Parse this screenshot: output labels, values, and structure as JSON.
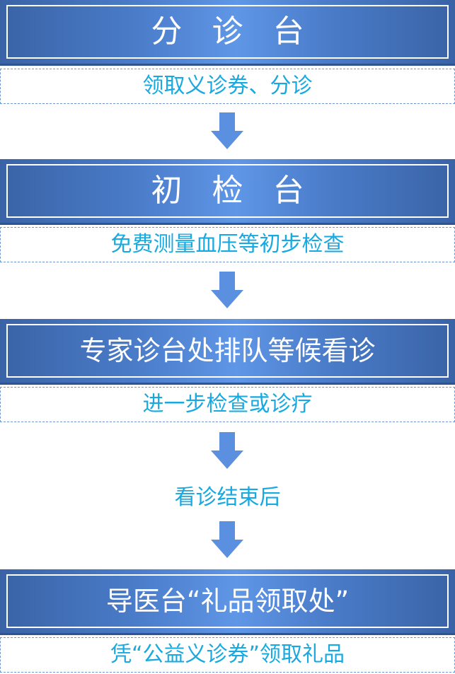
{
  "steps": [
    {
      "title": "分 诊 台",
      "note": "领取义诊券、分诊"
    },
    {
      "title": "初 检 台",
      "note": "免费测量血压等初步检查"
    },
    {
      "title": "专家诊台处排队等候看诊",
      "note": "进一步检查或诊疗"
    },
    {
      "title": "导医台“礼品领取处”",
      "note": "凭“公益义诊券”领取礼品"
    }
  ],
  "middle_note": "看诊结束后",
  "colors": {
    "box_blue_dark": "#3a63a6",
    "box_blue_light": "#5f96e6",
    "arrow_blue": "#5b8fe0",
    "note_text": "#17a9e0",
    "dashed_border": "#6f96cf"
  }
}
